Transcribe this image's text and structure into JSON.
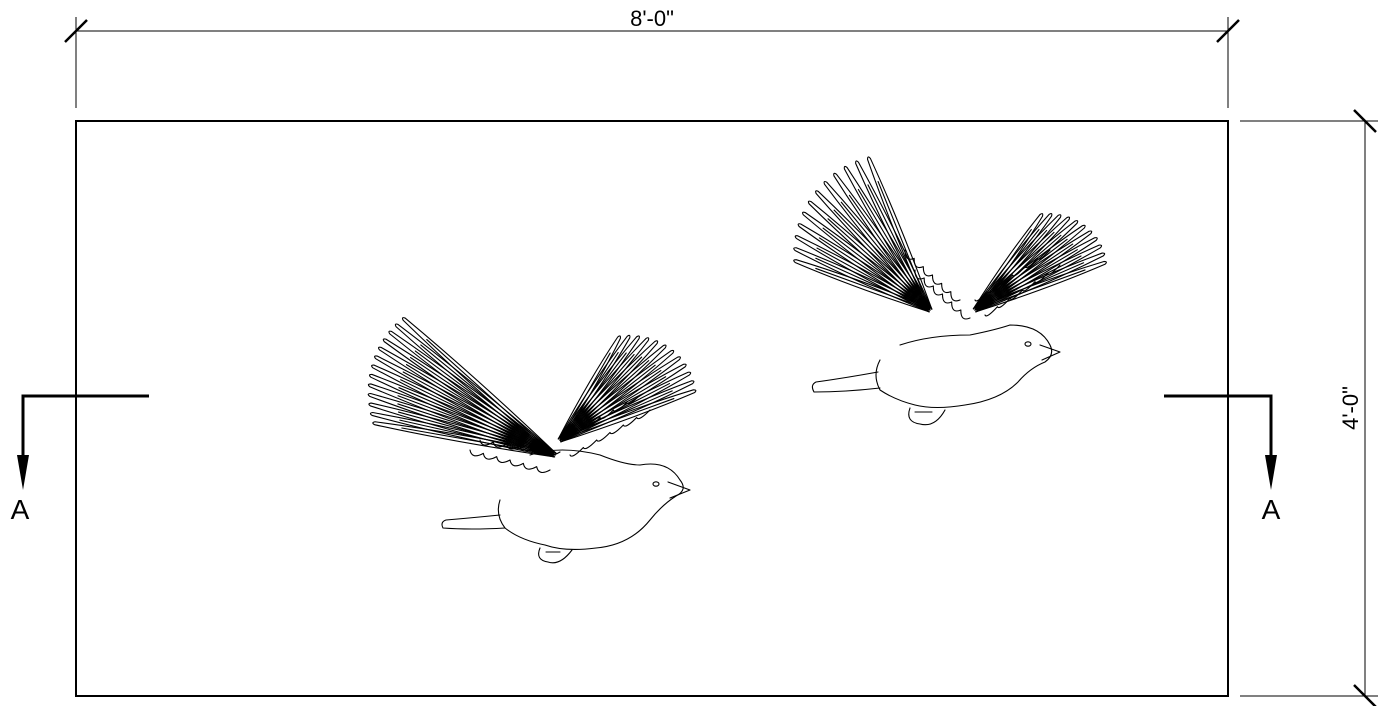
{
  "dimensions": {
    "width_label": "8'-0\"",
    "height_label": "4'-0\""
  },
  "section_markers": {
    "left_label": "A",
    "right_label": "A"
  },
  "figures": [
    {
      "name": "bird-left"
    },
    {
      "name": "bird-right"
    }
  ],
  "colors": {
    "line": "#000000",
    "background": "#ffffff"
  }
}
